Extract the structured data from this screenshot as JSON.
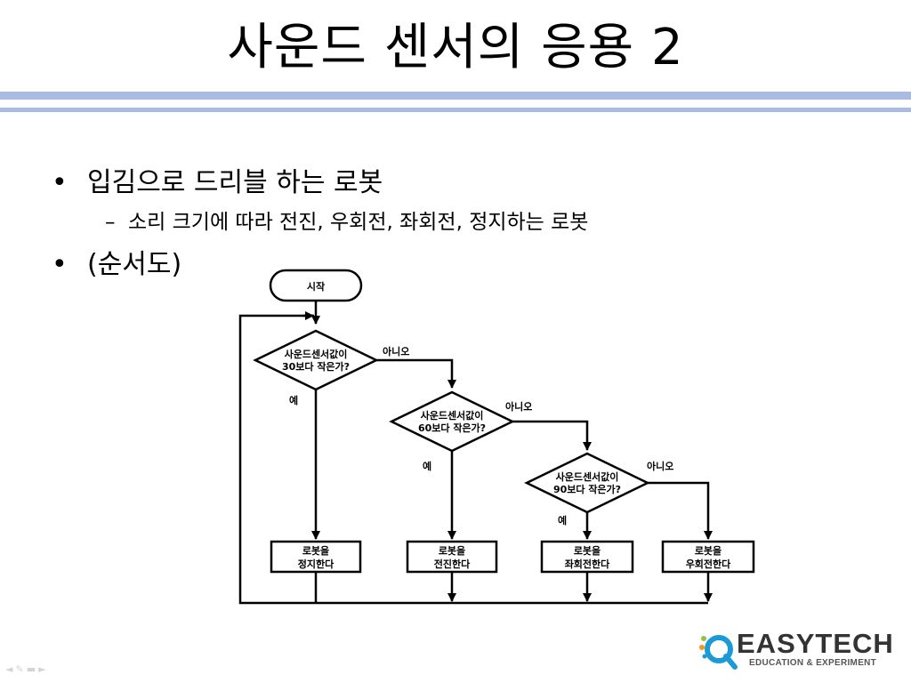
{
  "slide": {
    "title": "사운드 센서의 응용 2",
    "bullets": [
      {
        "text": "입김으로 드리블 하는 로봇"
      },
      {
        "text": "(순서도)"
      }
    ],
    "sub_bullets": [
      {
        "text": "소리 크기에 따라 전진, 우회전, 좌회전, 정지하는 로봇"
      }
    ],
    "bullet_symbol": "•",
    "dash_symbol": "–"
  },
  "flowchart": {
    "start": "시작",
    "decisions": [
      {
        "line1": "사운드센서값이",
        "line2": "30보다 작은가?"
      },
      {
        "line1": "사운드센서값이",
        "line2": "60보다 작은가?"
      },
      {
        "line1": "사운드센서값이",
        "line2": "90보다 작은가?"
      }
    ],
    "actions": [
      {
        "line1": "로봇을",
        "line2": "정지한다"
      },
      {
        "line1": "로봇을",
        "line2": "전진한다"
      },
      {
        "line1": "로봇을",
        "line2": "좌회전한다"
      },
      {
        "line1": "로봇을",
        "line2": "우회전한다"
      }
    ],
    "yes_label": "예",
    "no_label": "아니오"
  },
  "logo": {
    "word": "EASYTECH",
    "tagline": "EDUCATION & EXPERIMENT",
    "colors": {
      "q_ring": "#1c9ad6",
      "dot_green": "#8cc63f",
      "dot_orange": "#f7941d",
      "dot_blue": "#1c9ad6"
    }
  },
  "nav_icons": [
    "prev-arrow-icon",
    "pen-icon",
    "menu-icon",
    "next-arrow-icon"
  ],
  "colors": {
    "rule": "#a7bbe3"
  }
}
